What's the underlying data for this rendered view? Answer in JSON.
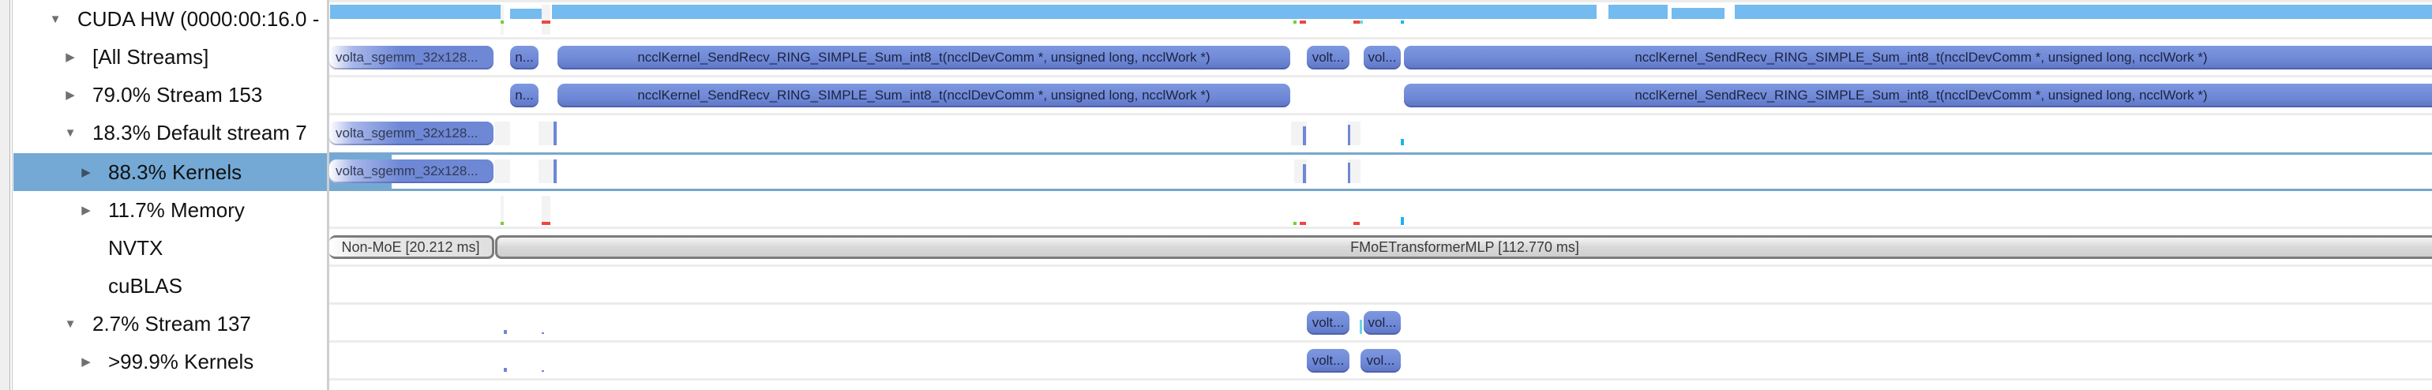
{
  "tree": {
    "rows": [
      {
        "label": "CUDA HW (0000:00:16.0 -",
        "expander": "expanded",
        "indent": 0
      },
      {
        "label": "[All Streams]",
        "expander": "collapsed",
        "indent": 1
      },
      {
        "label": "79.0% Stream 153",
        "expander": "collapsed",
        "indent": 1
      },
      {
        "label": "18.3% Default stream 7",
        "expander": "expanded",
        "indent": 1
      },
      {
        "label": "88.3% Kernels",
        "expander": "collapsed",
        "indent": 2,
        "selected": true
      },
      {
        "label": "11.7% Memory",
        "expander": "collapsed",
        "indent": 2
      },
      {
        "label": "NVTX",
        "expander": "none",
        "indent": 2
      },
      {
        "label": "cuBLAS",
        "expander": "none",
        "indent": 2
      },
      {
        "label": "2.7% Stream 137",
        "expander": "expanded",
        "indent": 1
      },
      {
        "label": ">99.9% Kernels",
        "expander": "collapsed",
        "indent": 2
      }
    ]
  },
  "icons": {
    "expanded": "▼",
    "collapsed": "▶"
  },
  "timeline": {
    "all_streams": {
      "volta_label": "volta_sgemm_32x128...",
      "n_label": "n...",
      "nccl_label": "ncclKernel_SendRecv_RING_SIMPLE_Sum_int8_t(ncclDevComm *, unsigned long, ncclWork *)",
      "volt_label": "volt...",
      "vol_label": "vol...",
      "nccl2_label": "ncclKernel_SendRecv_RING_SIMPLE_Sum_int8_t(ncclDevComm *, unsigned long, ncclWork *)"
    },
    "stream153": {
      "n_label": "n...",
      "nccl_label": "ncclKernel_SendRecv_RING_SIMPLE_Sum_int8_t(ncclDevComm *, unsigned long, ncclWork *)",
      "nccl2_label": "ncclKernel_SendRecv_RING_SIMPLE_Sum_int8_t(ncclDevComm *, unsigned long, ncclWork *)"
    },
    "default_stream": {
      "volta_label": "volta_sgemm_32x128..."
    },
    "default_kernels": {
      "volta_label": "volta_sgemm_32x128..."
    },
    "nvtx": {
      "range1_label": "Non-MoE [20.212 ms]",
      "range2_label": "FMoETransformerMLP [112.770 ms]"
    },
    "stream137": {
      "volt_label": "volt...",
      "vol_label": "vol..."
    },
    "stream137_kernels": {
      "volt_label": "volt...",
      "vol_label": "vol..."
    }
  },
  "colors": {
    "kernel": "#6e88d6",
    "summary": "#74bbef",
    "selection": "#74a9d6",
    "memcpy_htod": "#6fd23a",
    "memcpy_dtoh": "#ef4545",
    "memset": "#1ab3ee"
  }
}
